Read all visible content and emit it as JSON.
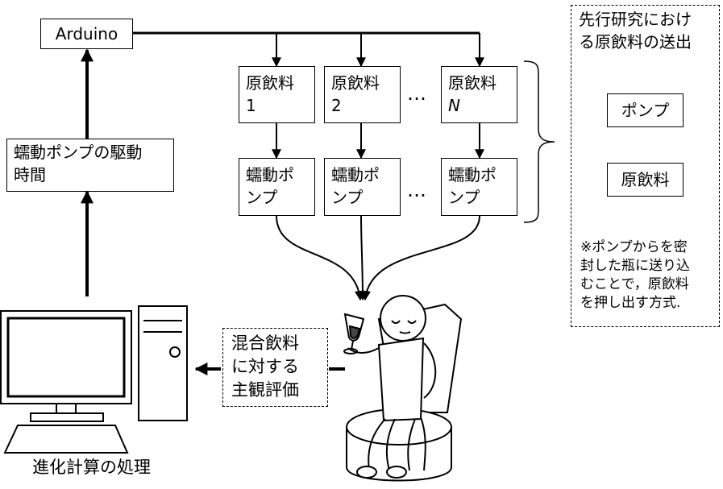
{
  "arduino": "Arduino",
  "drive_time": [
    "蠕動ポンプの駆動",
    "時間"
  ],
  "raw_drinks": [
    {
      "title": "原飲料",
      "index": "1"
    },
    {
      "title": "原飲料",
      "index": "2"
    },
    {
      "title": "原飲料",
      "index": "N"
    }
  ],
  "pumps": [
    {
      "line1": "蠕動ポ",
      "line2": "ンプ"
    },
    {
      "line1": "蠕動ポ",
      "line2": "ンプ"
    },
    {
      "line1": "蠕動ポ",
      "line2": "ンプ"
    }
  ],
  "ellipsis": "…",
  "evaluation": [
    "混合飲料",
    "に対する",
    "主観評価"
  ],
  "computer_caption": "進化計算の処理",
  "prior_work": {
    "title": [
      "先行研究におけ",
      "る原飲料の送出"
    ],
    "pump": "ポンプ",
    "raw_drink": "原飲料",
    "note": [
      "※ポンプからを密",
      "封した瓶に送り込",
      "むことで，原飲料",
      "を押し出す方式."
    ]
  }
}
